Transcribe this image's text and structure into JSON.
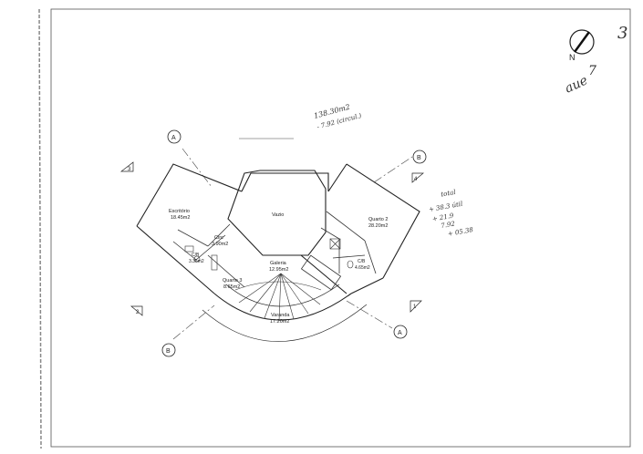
{
  "sheet": {
    "corner_mark": "3",
    "north_label": "N",
    "handwritten_top_right": "aue",
    "handwritten_number": "7"
  },
  "section_markers": {
    "A_top": "A",
    "A_bottom": "A",
    "B_top": "B",
    "B_bottom": "B",
    "elev_3": "3",
    "elev_4": "4",
    "elev_2": "2",
    "elev_1": "1"
  },
  "rooms": {
    "escritorio": {
      "name": "Escritório",
      "area": "18.45m2"
    },
    "vazio": {
      "name": "Vazio",
      "area": ""
    },
    "quarto2": {
      "name": "Quarto 2",
      "area": "28.20m2"
    },
    "circ": {
      "name": "Circ",
      "area": "3.90m2"
    },
    "wc_left": {
      "name": "C/B",
      "area": "3.35m2"
    },
    "quarto3": {
      "name": "Quarto 3",
      "area": "8.65m2"
    },
    "galeria": {
      "name": "Galeria",
      "area": "12.95m2"
    },
    "wc_right": {
      "name": "C/B",
      "area": "4.65m2"
    },
    "varanda": {
      "name": "Varanda",
      "area": "17.20m2"
    }
  },
  "annotations": {
    "note_top_1": "138.30m2",
    "note_top_2": "- 7.92 (circul.)",
    "note_right_1": "total",
    "note_right_2": "+ 38.3 útil",
    "note_right_3": "+ 21.9",
    "note_right_4": "7.92",
    "note_right_5": "+ 05.38"
  }
}
